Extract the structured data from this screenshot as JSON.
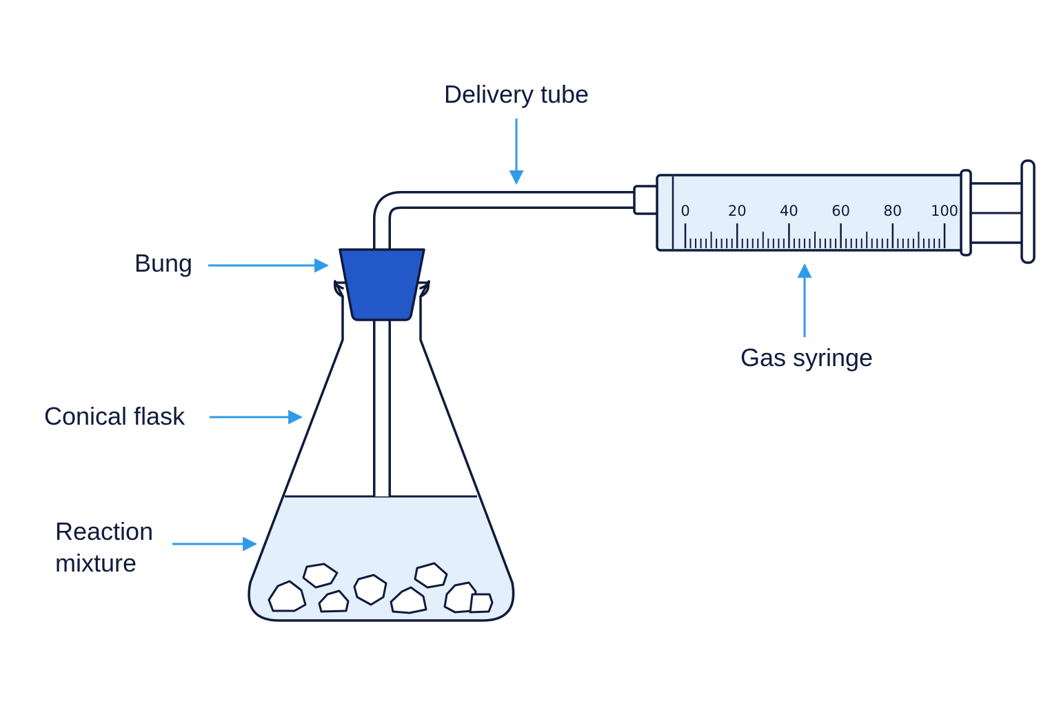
{
  "labels": {
    "delivery_tube": "Delivery tube",
    "bung": "Bung",
    "gas_syringe": "Gas syringe",
    "conical_flask": "Conical flask",
    "reaction_mixture_line1": "Reaction",
    "reaction_mixture_line2": "mixture"
  },
  "syringe_scale": {
    "numbers": [
      "0",
      "20",
      "40",
      "60",
      "80",
      "100"
    ]
  },
  "colors": {
    "outline": "#0f1b3d",
    "arrow": "#2f9be8",
    "liquid": "#e3effb",
    "bung": "#2358c9",
    "background": "#ffffff"
  }
}
